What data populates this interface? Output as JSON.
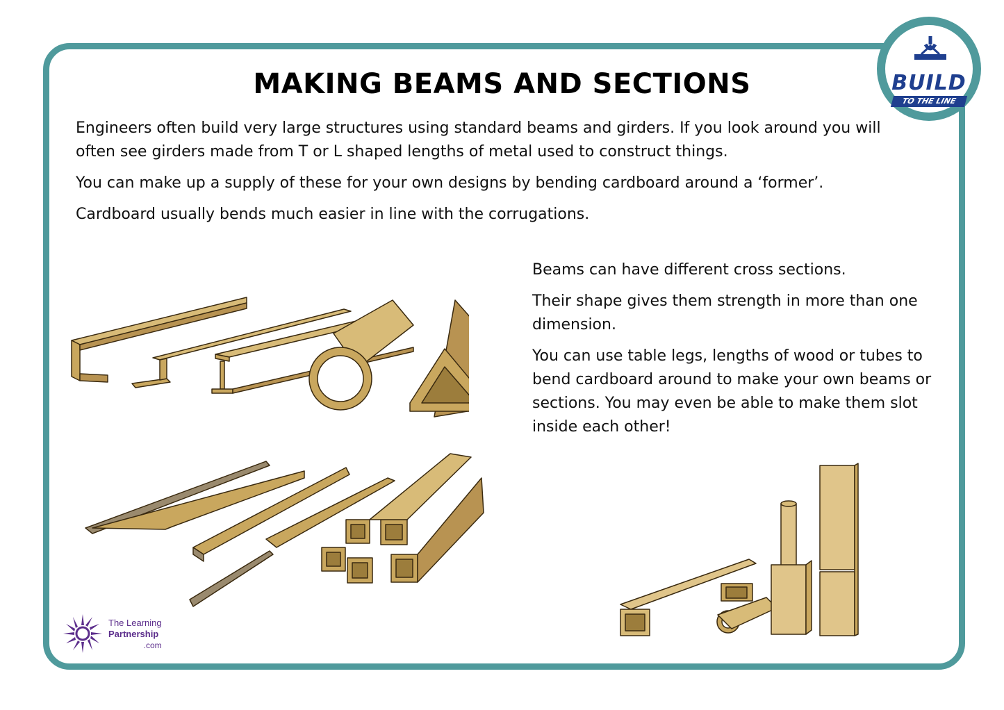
{
  "page": {
    "title": "MAKING BEAMS AND SECTIONS",
    "intro_paragraphs": [
      "Engineers often build very large structures using standard beams and girders. If you look around you will often see girders made from T or L shaped lengths of metal used to construct things.",
      "You can make up a supply of these for your own designs by bending cardboard around a ‘former’.",
      "Cardboard usually bends much easier in line with the corrugations."
    ],
    "side_paragraphs": [
      "Beams can have different cross sections.",
      "Their shape gives them strength in more than one dimension.",
      "You can use table legs, lengths of wood or tubes to bend cardboard around to make your own beams or sections.  You may even be able to make them slot inside each other!"
    ]
  },
  "logo": {
    "word": "BUILD",
    "sub": "TO THE LINE"
  },
  "footer_logo": {
    "line1": "The Learning",
    "line2": "Partnership",
    "line3": ".com"
  },
  "colors": {
    "frame": "#4f9a9c",
    "cardboard": "#c9a75e",
    "cardboard_dark": "#9c7d3c",
    "brand_blue": "#1f3f8f",
    "brand_purple": "#5c2e8c"
  },
  "icons": {
    "logo_hook": "crane-hook-icon",
    "footer_logo": "sunburst-icon"
  }
}
